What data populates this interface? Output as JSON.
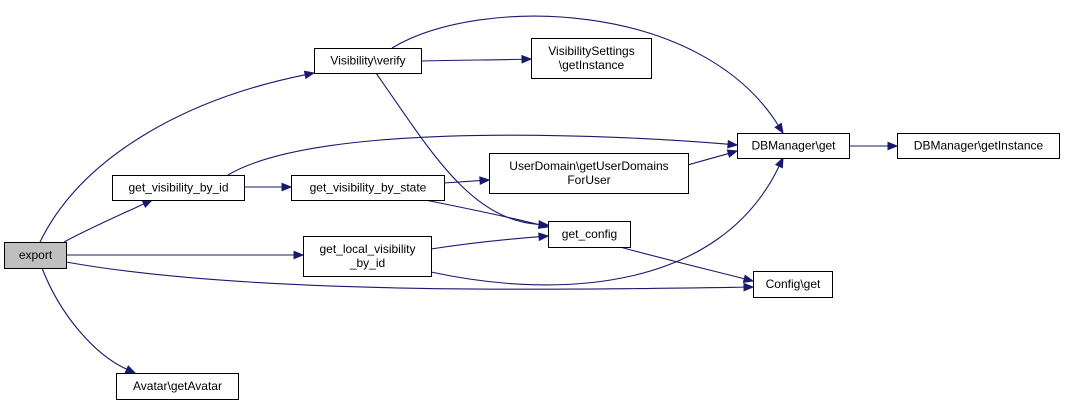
{
  "colors": {
    "edge": "#191970",
    "current_node_fill": "#bfbfbf",
    "node_border": "#000000",
    "background": "#ffffff"
  },
  "nodes": {
    "export": {
      "lines": [
        "export"
      ],
      "current": true
    },
    "visibility_verify": {
      "lines": [
        "Visibility\\verify"
      ]
    },
    "visibility_settings_getinstance": {
      "lines": [
        "VisibilitySettings",
        "\\getInstance"
      ]
    },
    "get_visibility_by_id": {
      "lines": [
        "get_visibility_by_id"
      ]
    },
    "get_visibility_by_state": {
      "lines": [
        "get_visibility_by_state"
      ]
    },
    "userdomain_getuserdomainsforuser": {
      "lines": [
        "UserDomain\\getUserDomains",
        "ForUser"
      ]
    },
    "dbmanager_get": {
      "lines": [
        "DBManager\\get"
      ]
    },
    "dbmanager_getinstance": {
      "lines": [
        "DBManager\\getInstance"
      ]
    },
    "get_config": {
      "lines": [
        "get_config"
      ]
    },
    "get_local_visibility_by_id": {
      "lines": [
        "get_local_visibility",
        "_by_id"
      ]
    },
    "config_get": {
      "lines": [
        "Config\\get"
      ]
    },
    "avatar_getavatar": {
      "lines": [
        "Avatar\\getAvatar"
      ]
    }
  },
  "edges": [
    {
      "from": "export",
      "to": "visibility_verify"
    },
    {
      "from": "export",
      "to": "get_visibility_by_id"
    },
    {
      "from": "export",
      "to": "get_local_visibility_by_id"
    },
    {
      "from": "export",
      "to": "config_get"
    },
    {
      "from": "export",
      "to": "avatar_getavatar"
    },
    {
      "from": "visibility_verify",
      "to": "visibility_settings_getinstance"
    },
    {
      "from": "visibility_verify",
      "to": "dbmanager_get"
    },
    {
      "from": "visibility_verify",
      "to": "get_config"
    },
    {
      "from": "get_visibility_by_id",
      "to": "dbmanager_get"
    },
    {
      "from": "get_visibility_by_id",
      "to": "get_visibility_by_state"
    },
    {
      "from": "get_visibility_by_state",
      "to": "userdomain_getuserdomainsforuser"
    },
    {
      "from": "get_visibility_by_state",
      "to": "get_config"
    },
    {
      "from": "userdomain_getuserdomainsforuser",
      "to": "dbmanager_get"
    },
    {
      "from": "dbmanager_get",
      "to": "dbmanager_getinstance"
    },
    {
      "from": "get_local_visibility_by_id",
      "to": "get_config"
    },
    {
      "from": "get_local_visibility_by_id",
      "to": "dbmanager_get"
    },
    {
      "from": "get_config",
      "to": "config_get"
    }
  ]
}
